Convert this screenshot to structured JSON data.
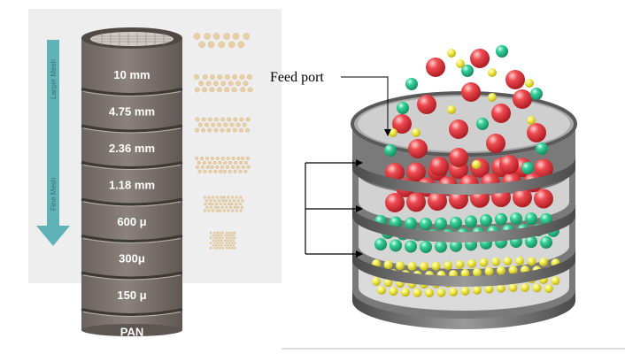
{
  "left_diagram": {
    "direction_arrow": {
      "top_label": "Larger Mesh",
      "bottom_label": "Fine Mesh",
      "color": "#5fb3b8"
    },
    "sieves": [
      {
        "label": "10 mm"
      },
      {
        "label": "4.75 mm"
      },
      {
        "label": "2.36 mm"
      },
      {
        "label": "1.18 mm"
      },
      {
        "label": "600 μ"
      },
      {
        "label": "300μ"
      },
      {
        "label": "150 μ"
      },
      {
        "label": "PAN"
      }
    ],
    "sieve_color": "#7d7470",
    "particle_color": "#e9cfa6"
  },
  "right_diagram": {
    "feed_label": "Feed port",
    "colors": {
      "large_particle": "#e8383e",
      "medium_particle": "#35d19a",
      "small_particle": "#f2ee4a",
      "rim": "#6f6f6f"
    }
  }
}
